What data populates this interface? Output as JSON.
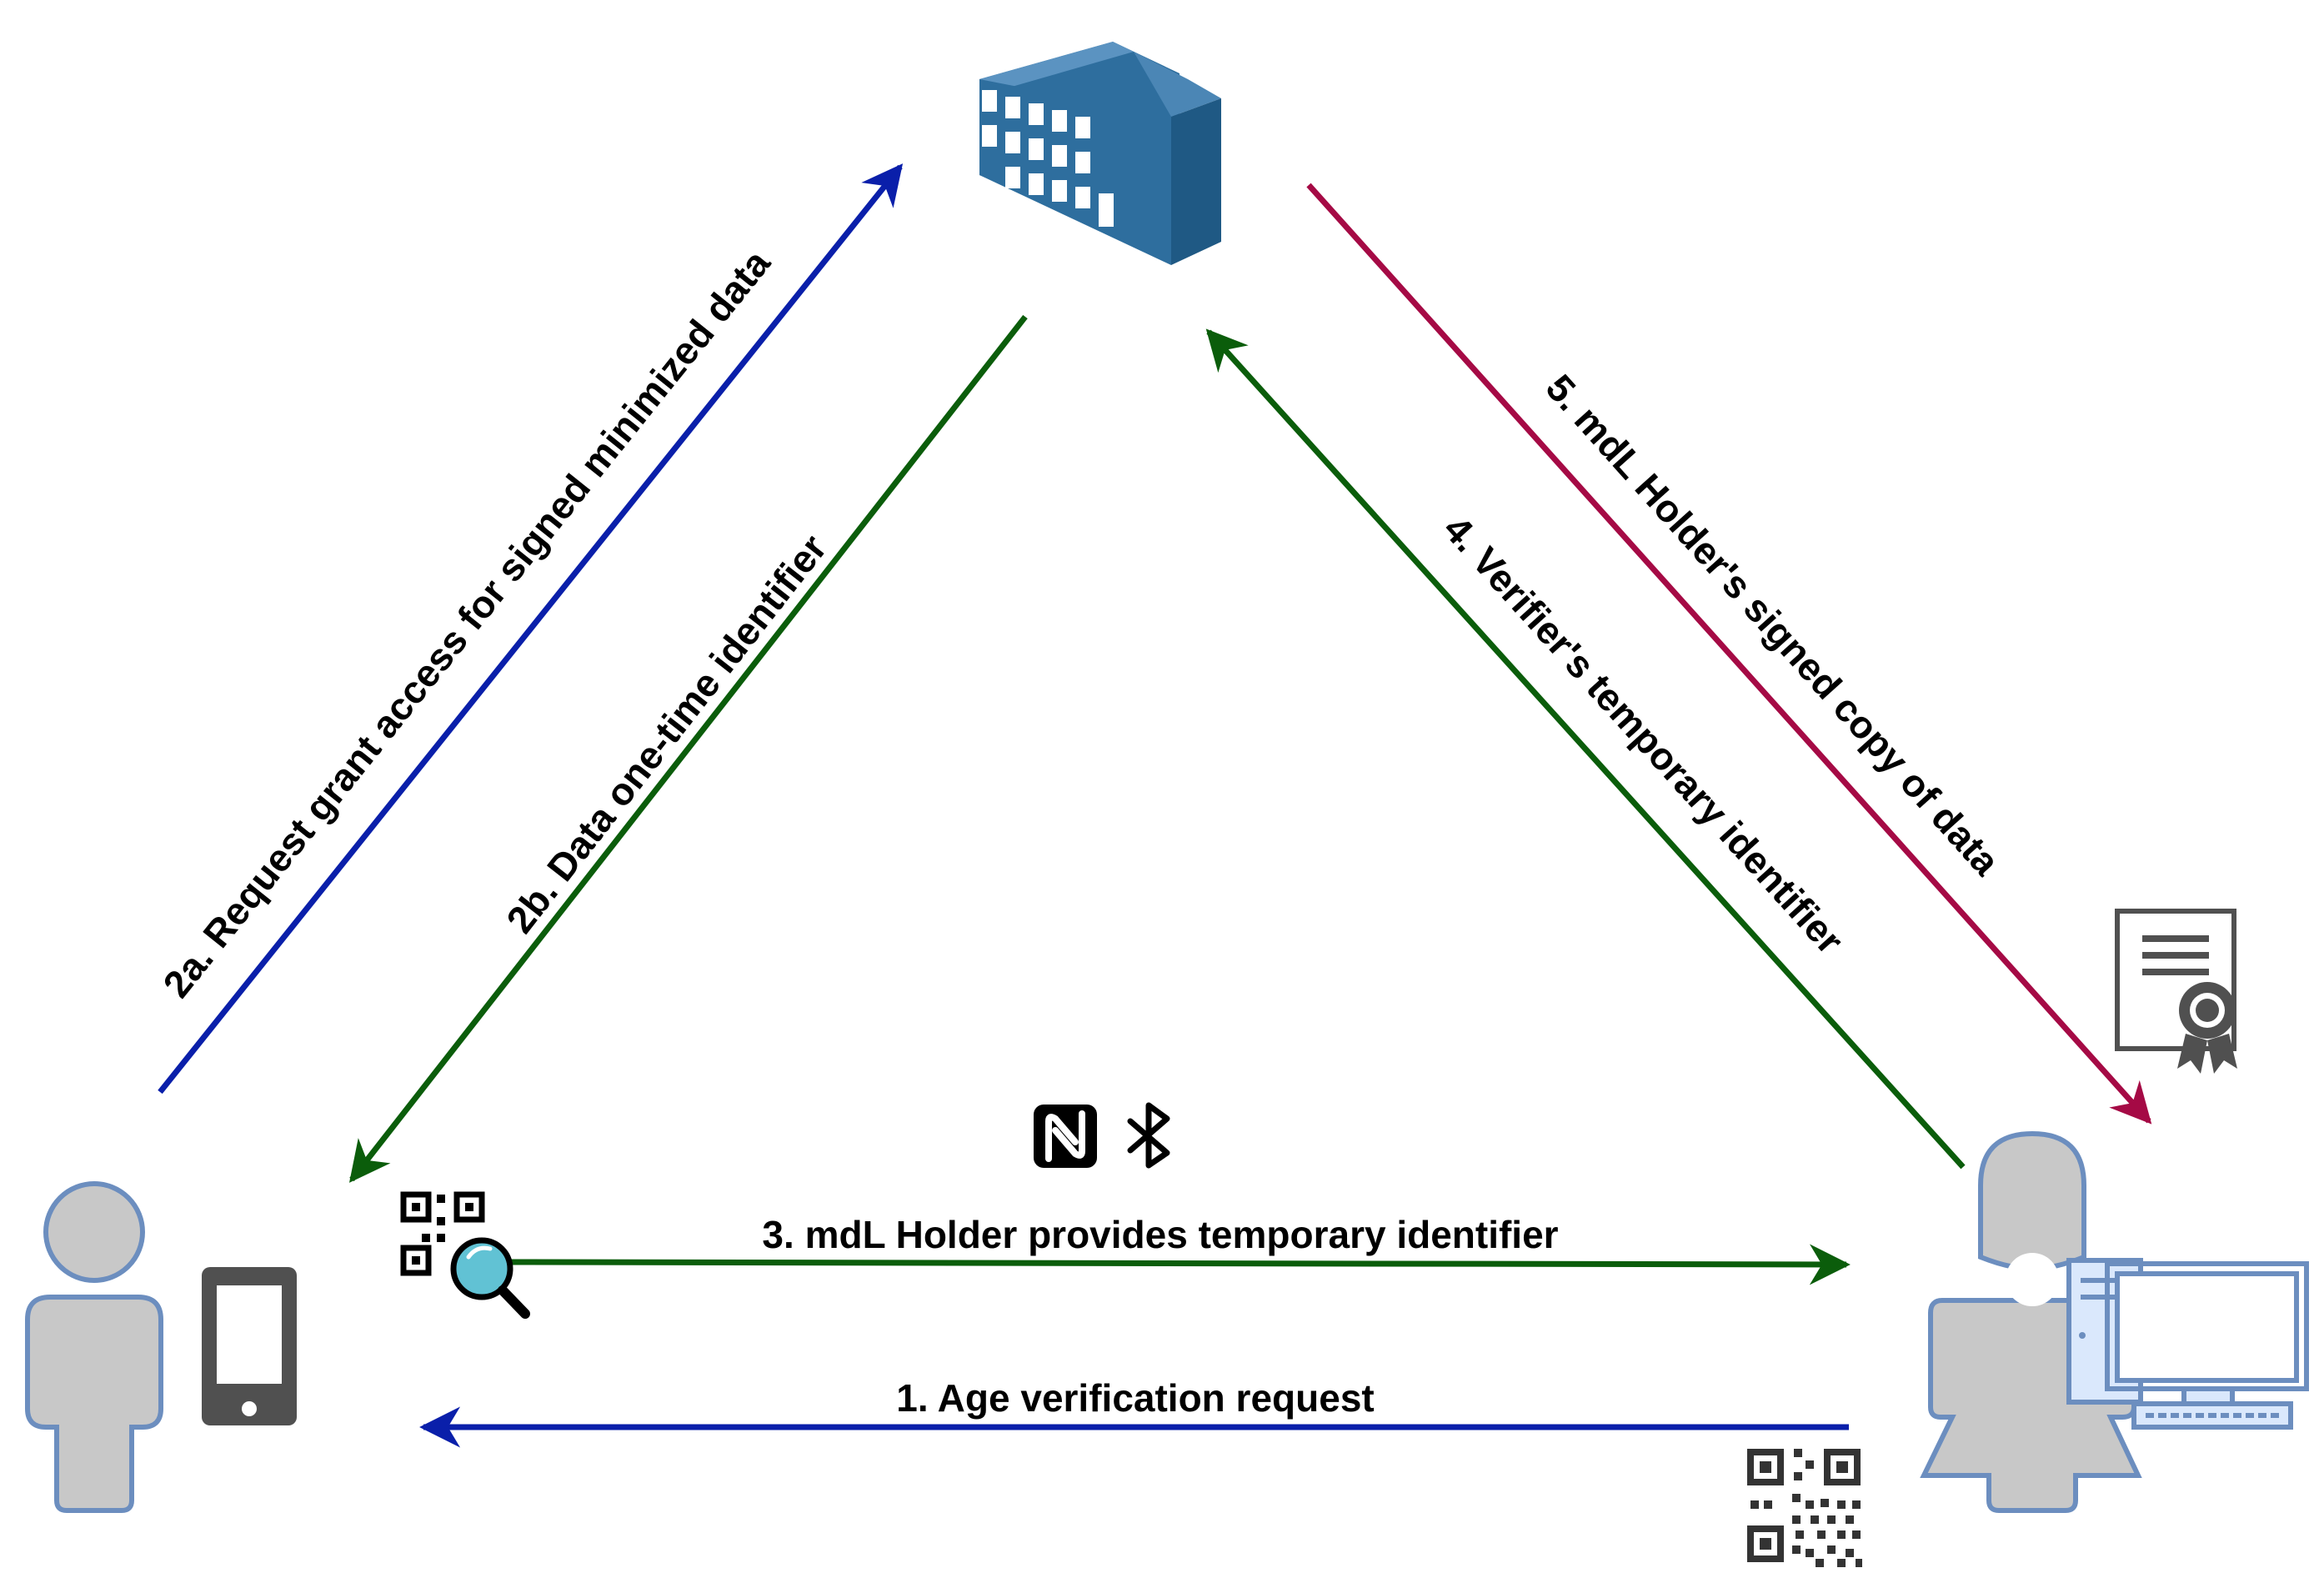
{
  "diagram": {
    "arrows": {
      "age_verification_request": {
        "label": "1. Age verification request",
        "color": "#0a1faa"
      },
      "request_grant_access": {
        "label": "2a. Request grant access for signed minimized data",
        "color": "#0a1faa"
      },
      "data_one_time_identifier": {
        "label": "2b. Data one-time identifier",
        "color": "#0b5d0b"
      },
      "holder_provides_temporary_identifier": {
        "label": "3. mdL Holder provides temporary identifier",
        "color": "#0b5d0b"
      },
      "verifier_temporary_identifier": {
        "label": "4. Verifier's temporary identifier",
        "color": "#0b5d0b"
      },
      "holder_signed_copy": {
        "label": "5. mdL Holder's signed copy of data",
        "color": "#a50a45"
      }
    },
    "icons": {
      "issuer": "building-icon",
      "holder": "person-icon",
      "holder_device": "smartphone-icon",
      "holder_qr": "qr-scan-icon",
      "verifier": "woman-icon",
      "verifier_device": "desktop-computer-icon",
      "verifier_qr": "qr-code-icon",
      "certificate": "certificate-icon",
      "nfc": "nfc-icon",
      "bluetooth": "bluetooth-icon"
    }
  }
}
